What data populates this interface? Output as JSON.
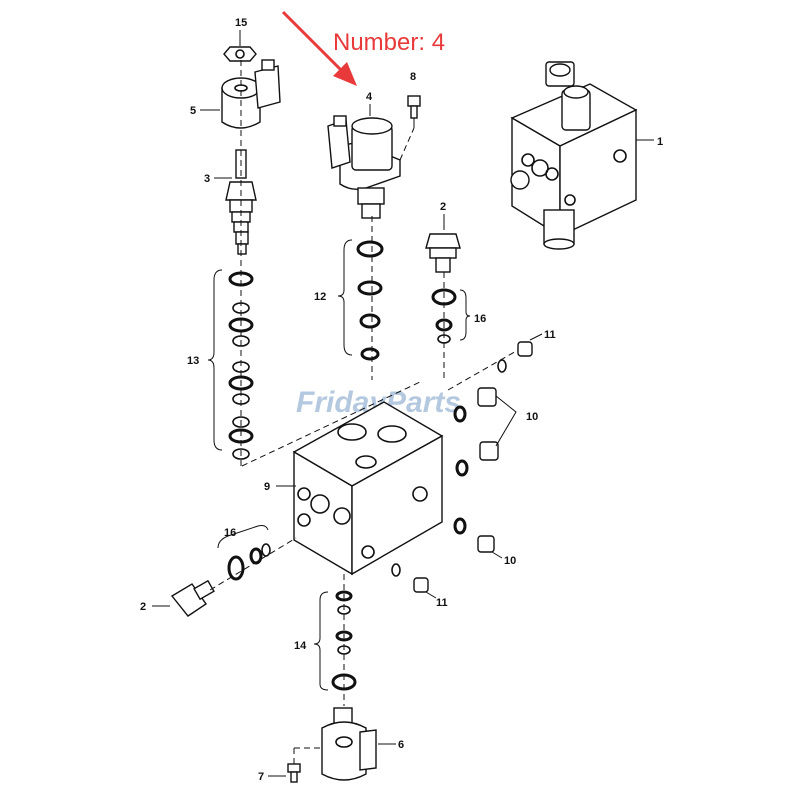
{
  "annotation": {
    "text": "Number: 4",
    "color": "#e83a3a"
  },
  "watermark": {
    "text": "FridayParts",
    "color": "#9cb8d6"
  },
  "callouts": {
    "c1": "1",
    "c2a": "2",
    "c2b": "2",
    "c3": "3",
    "c4": "4",
    "c5": "5",
    "c6": "6",
    "c7": "7",
    "c8": "8",
    "c9": "9",
    "c10a": "10",
    "c10b": "10",
    "c11a": "11",
    "c11b": "11",
    "c12": "12",
    "c13": "13",
    "c14": "14",
    "c15": "15",
    "c16a": "16",
    "c16b": "16"
  }
}
